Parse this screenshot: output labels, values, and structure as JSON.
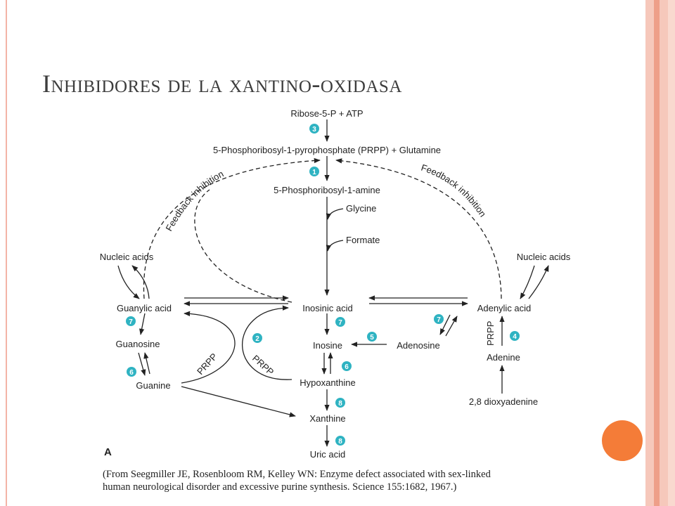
{
  "title": "Inhibidores de la xantino-oxidasa",
  "theme": {
    "stripe_colors": [
      "#f6c8bb",
      "#ee9f89",
      "#f6c8bb",
      "#f9d9cf"
    ],
    "accent_circle": "#f47c38",
    "step_circle": "#2fb3c2"
  },
  "diagram": {
    "nodes": {
      "ribose": "Ribose-5-P + ATP",
      "prpp_gln": "5-Phosphoribosyl-1-pyrophosphate (PRPP) + Glutamine",
      "pra": "5-Phosphoribosyl-1-amine",
      "glycine": "Glycine",
      "formate": "Formate",
      "nucleic_left": "Nucleic acids",
      "nucleic_right": "Nucleic acids",
      "guanylic": "Guanylic acid",
      "inosinic": "Inosinic acid",
      "adenylic": "Adenylic acid",
      "guanosine": "Guanosine",
      "inosine": "Inosine",
      "adenosine": "Adenosine",
      "guanine": "Guanine",
      "hypoxanthine": "Hypoxanthine",
      "adenine": "Adenine",
      "dioxyadenine": "2,8 dioxyadenine",
      "xanthine": "Xanthine",
      "uric": "Uric acid"
    },
    "labels": {
      "feedback_left": "Feedback inhibition",
      "feedback_right": "Feedback inhibition",
      "prpp_a": "PRPP",
      "prpp_b": "PRPP",
      "prpp_c": "PRPP"
    },
    "steps": {
      "s_ribose": "3",
      "s_prpp": "1",
      "s_guanylic": "7",
      "s_guanine": "6",
      "s_inosinic": "7",
      "s_prpp2": "2",
      "s_adenosine": "5",
      "s_adenylic": "7",
      "s_adenine": "4",
      "s_hypo": "6",
      "s_xan": "8",
      "s_uric": "8"
    },
    "figure_label": "A"
  },
  "citation_line1": "(From Seegmiller JE, Rosenbloom RM, Kelley WN: Enzyme defect associated with sex-linked",
  "citation_line2": "human neurological disorder and excessive purine synthesis. Science 155:1682, 1967.)"
}
